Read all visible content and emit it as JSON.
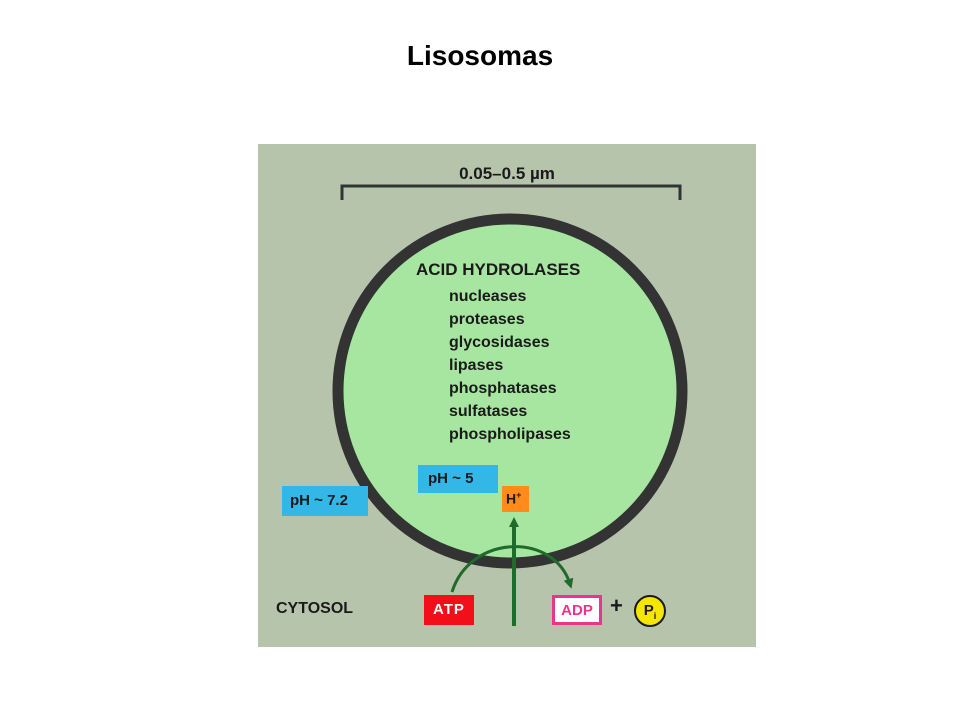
{
  "page_title": "Lisosomas",
  "diagram": {
    "size_label": "0.05–0.5 µm",
    "enzyme_heading": "ACID HYDROLASES",
    "enzymes": [
      "nucleases",
      "proteases",
      "glycosidases",
      "lipases",
      "phosphatases",
      "sulfatases",
      "phospholipases"
    ],
    "ph_inside": "pH ~ 5",
    "ph_outside": "pH ~ 7.2",
    "proton": "H",
    "proton_charge": "+",
    "cytosol_label": "CYTOSOL",
    "atp": "ATP",
    "adp": "ADP",
    "plus": "+",
    "phosphate": "P",
    "phosphate_sub": "i"
  },
  "colors": {
    "background": "#b7c4ac",
    "lysosome_fill": "#a6e6a0",
    "membrane": "#333333",
    "ph_box": "#33b7e6",
    "proton_box": "#ff8c1a",
    "atp_box": "#f20f1a",
    "adp_border": "#e8378a",
    "phosphate_circle": "#f5e600",
    "arrow": "#1e6b2a"
  }
}
